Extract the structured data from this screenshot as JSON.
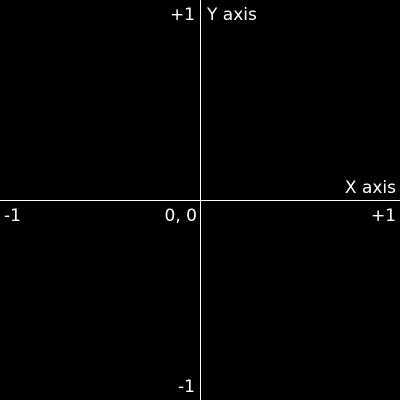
{
  "diagram": {
    "background_color": "#000000",
    "line_color": "#ffffff",
    "text_color": "#ffffff",
    "x_axis": {
      "title": "X axis",
      "min_label": "-1",
      "max_label": "+1"
    },
    "y_axis": {
      "title": "Y axis",
      "min_label": "-1",
      "max_label": "+1"
    },
    "origin_label": "0, 0"
  }
}
